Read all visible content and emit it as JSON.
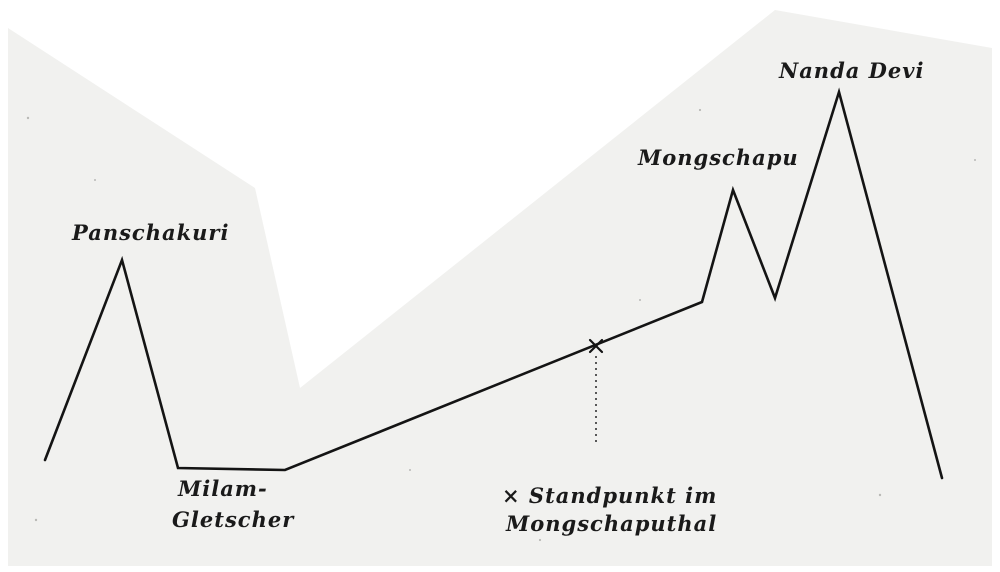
{
  "labels": {
    "panschakuri": "Panschakuri",
    "milam_line1": "Milam-",
    "milam_line2": "Gletscher",
    "standpunkt_line1": "× Standpunkt im",
    "standpunkt_line2": "Mongschaputhal",
    "mongschapu": "Mongschapu",
    "nanda_devi": "Nanda Devi"
  },
  "colors": {
    "paper": "#f1f1ef",
    "ink": "#141414",
    "background": "#ffffff"
  }
}
